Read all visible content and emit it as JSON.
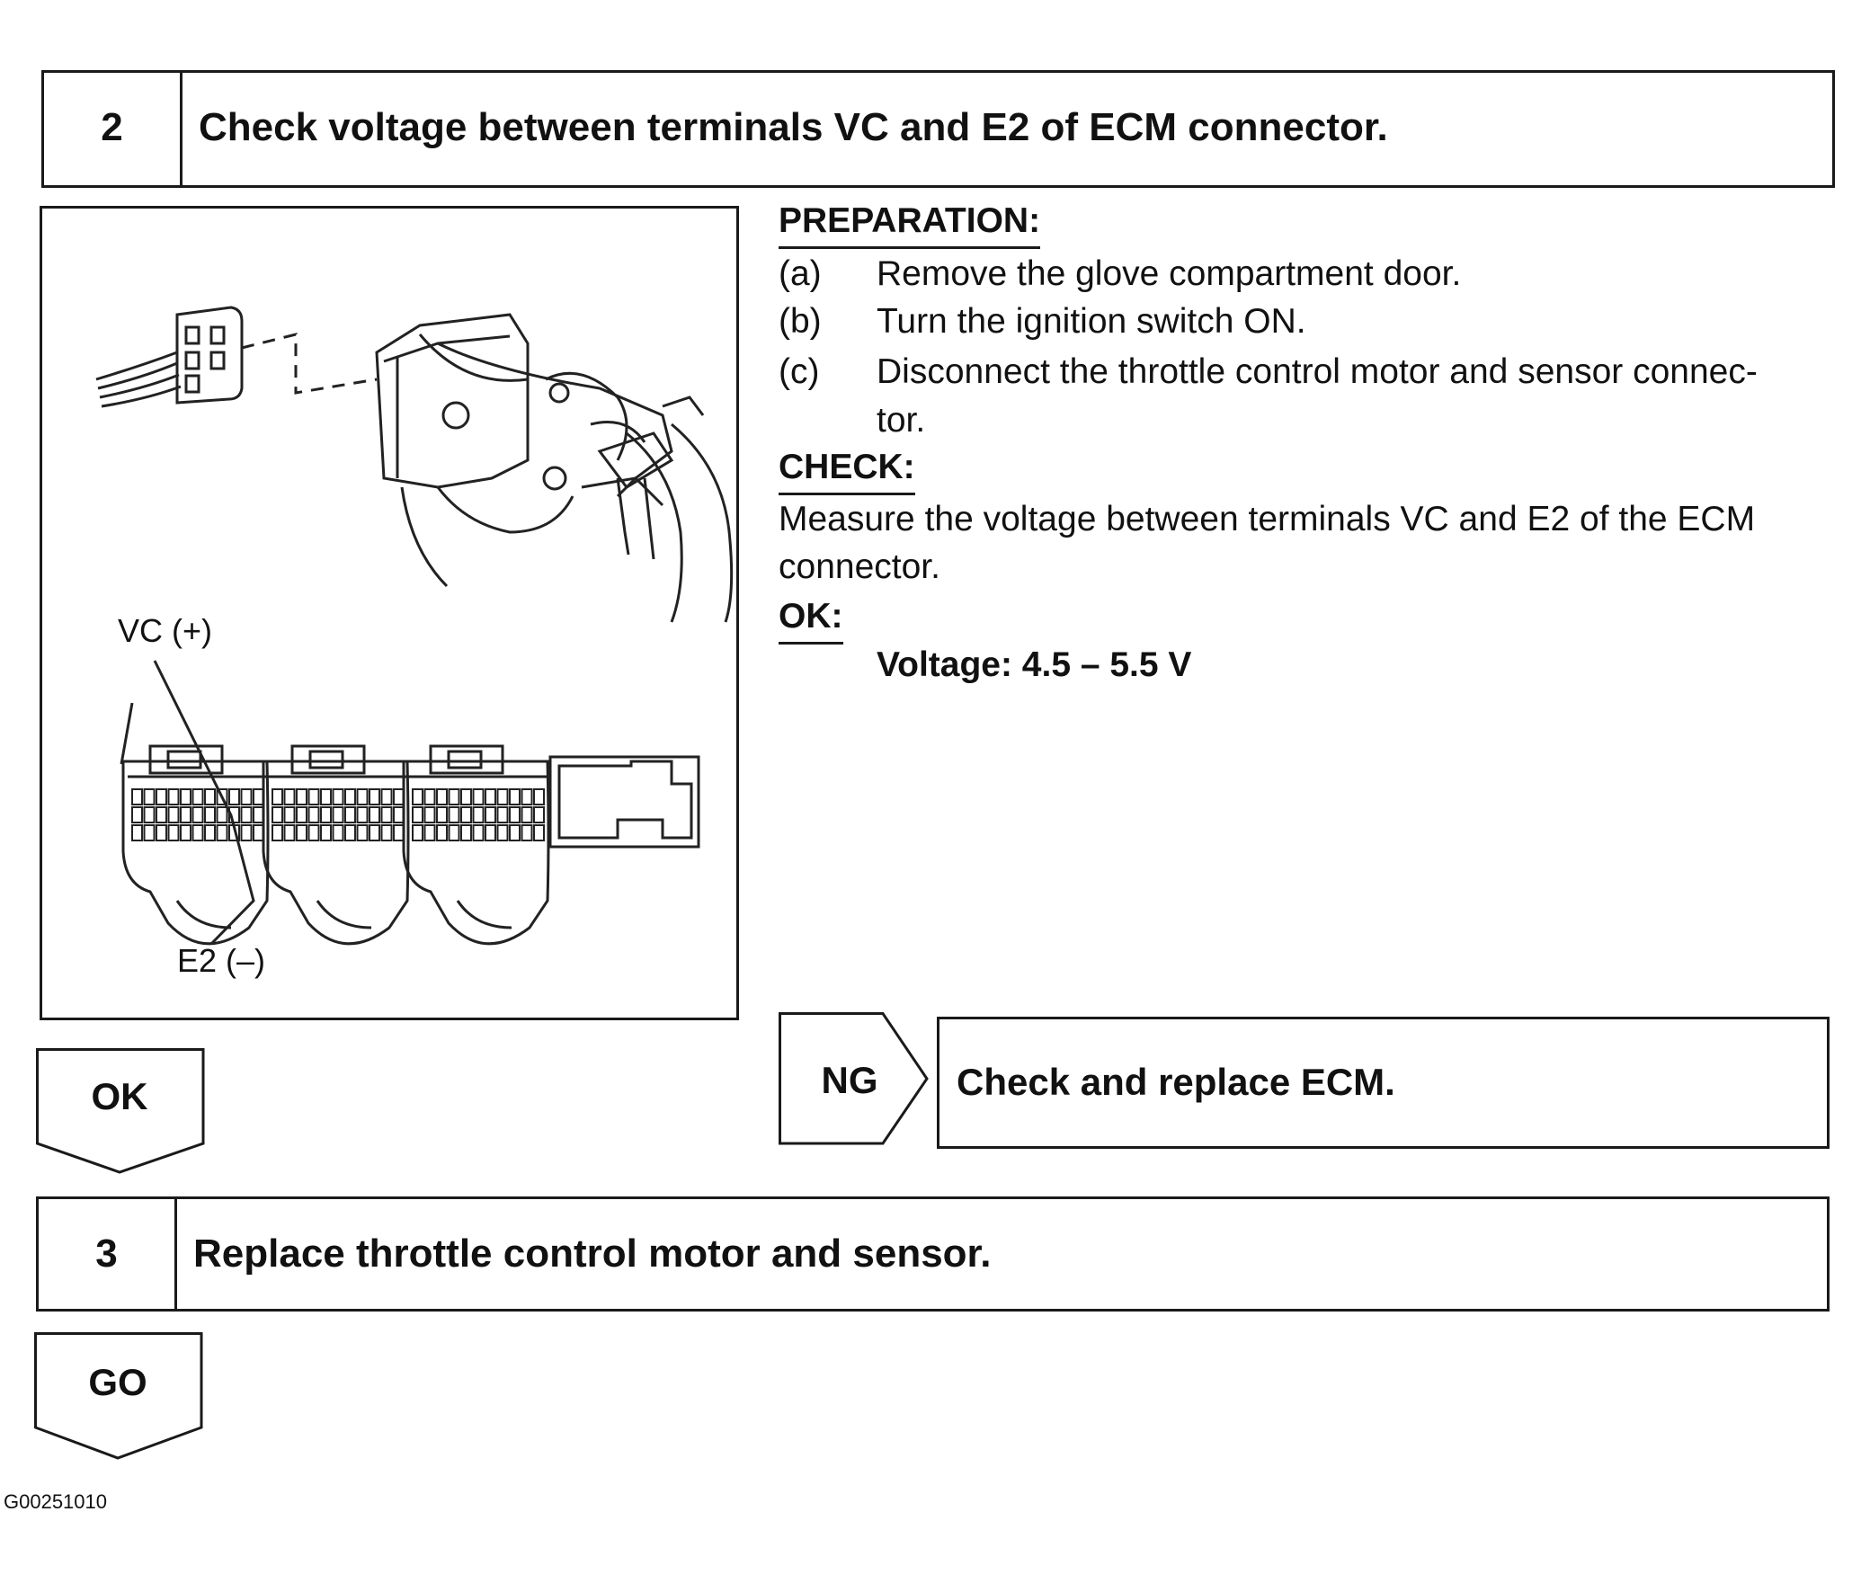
{
  "step2": {
    "number": "2",
    "title": "Check voltage between terminals VC and E2 of ECM connector."
  },
  "figure": {
    "label_vc": "VC (+)",
    "label_e2": "E2 (–)"
  },
  "preparation": {
    "heading": "PREPARATION:",
    "items": [
      {
        "marker": "(a)",
        "text": "Remove the glove compartment door."
      },
      {
        "marker": "(b)",
        "text": "Turn the ignition switch ON."
      },
      {
        "marker": "(c)",
        "text": "Disconnect the throttle control motor and sensor connec-",
        "cont": "tor."
      }
    ]
  },
  "check": {
    "heading": "CHECK:",
    "line1": "Measure the voltage between terminals VC and E2 of the ECM",
    "line2": "connector."
  },
  "ok_spec": {
    "heading": "OK:",
    "value": "Voltage: 4.5 – 5.5 V"
  },
  "ok_arrow": "OK",
  "ng_arrow": "NG",
  "ng_result": "Check and replace ECM.",
  "step3": {
    "number": "3",
    "title": "Replace throttle control motor and sensor."
  },
  "go_arrow": "GO",
  "figure_code": "G00251010"
}
